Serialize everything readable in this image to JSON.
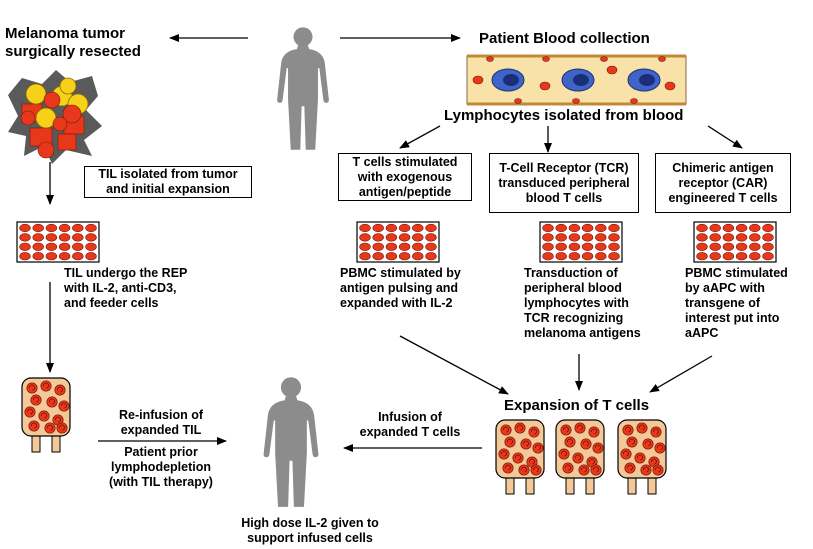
{
  "labels": {
    "melanoma_resected": "Melanoma tumor\nsurgically resected",
    "patient_blood": "Patient Blood collection",
    "lymphocytes_isolated": "Lymphocytes isolated from blood",
    "til_isolated": "TIL isolated from tumor\nand initial expansion",
    "tcell_stimulated": "T cells stimulated\nwith exogenous\nantigen/peptide",
    "tcr_transduced": "T-Cell Receptor (TCR)\ntransduced peripheral\nblood T cells",
    "car_engineered": "Chimeric antigen\nreceptor (CAR)\nengineered T cells",
    "til_rep": "TIL undergo the REP\nwith IL-2, anti-CD3,\nand feeder cells",
    "pbmc_antigen": "PBMC stimulated by\nantigen pulsing and\nexpanded with IL-2",
    "transduction": "Transduction of\nperipheral blood\nlymphocytes with\nTCR recognizing\nmelanoma antigens",
    "pbmc_aapc": "PBMC stimulated\nby aAPC with\ntransgene of\ninterest put into\naAPC",
    "expansion": "Expansion of T cells",
    "reinfusion": "Re-infusion of\nexpanded TIL",
    "lymphodepletion": "Patient prior\nlymphodepletion\n(with TIL therapy)",
    "infusion": "Infusion of\nexpanded T cells",
    "high_dose": "High dose IL-2 given to\nsupport infused cells"
  },
  "colors": {
    "figure": "#8c8c8c",
    "tumor": "#5a5a5a",
    "cell_red": "#e8381c",
    "cell_yellow": "#f7d117",
    "bag_fill": "#f4c99a",
    "vessel": "#f8e2a8",
    "blood_cell": "#3f64c8"
  }
}
